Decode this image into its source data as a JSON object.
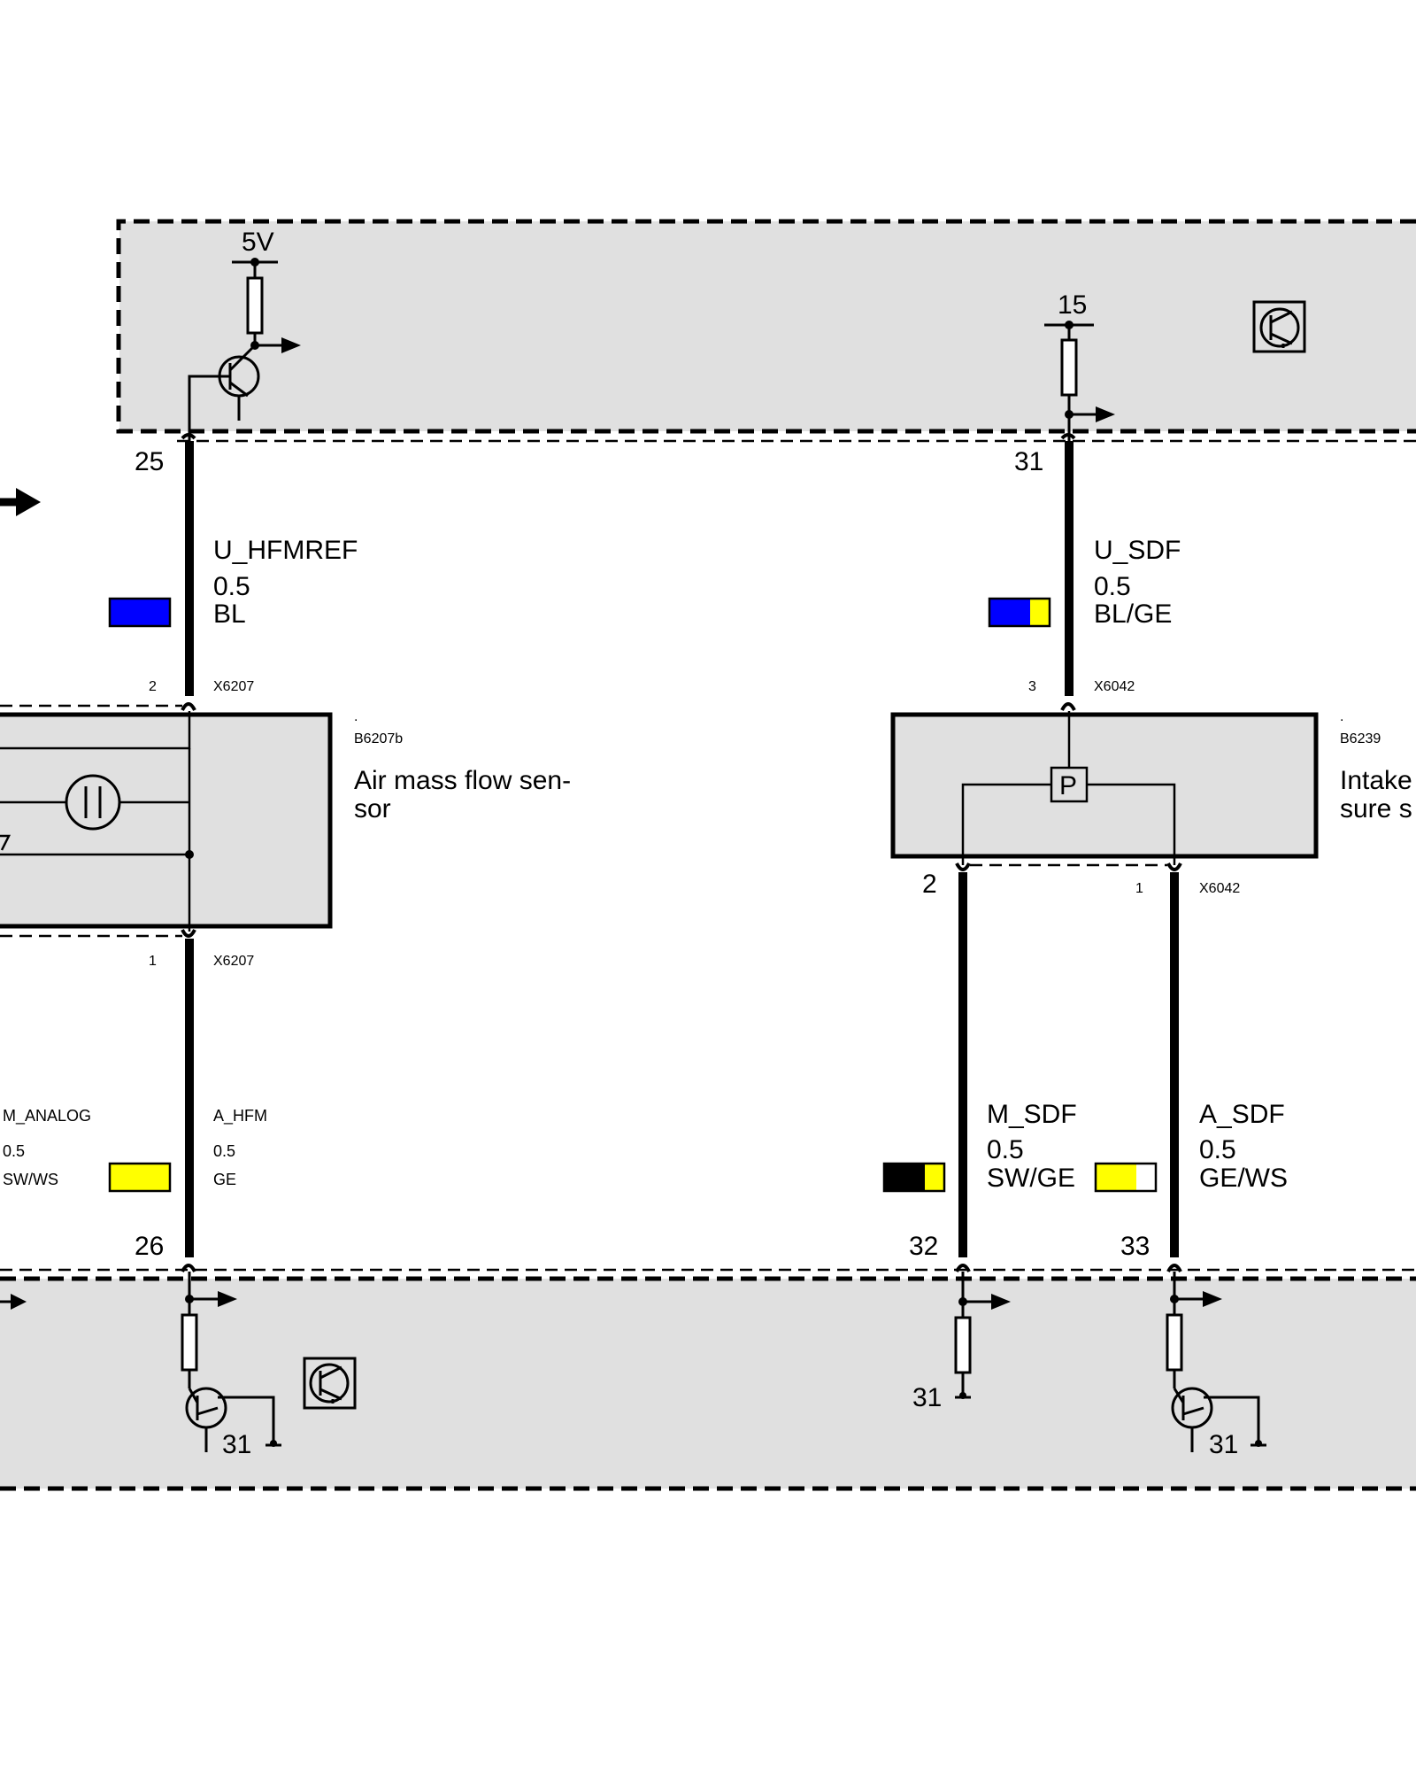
{
  "colors": {
    "module_fill": "#e0e0e0",
    "blue": "#0000ff",
    "yellow": "#ffff00",
    "black": "#000000",
    "white": "#ffffff"
  },
  "supply": {
    "v5": "5V",
    "t15": "15"
  },
  "pins": {
    "p25": "25",
    "p31": "31",
    "p26": "26",
    "p32": "32",
    "p33": "33"
  },
  "grounds": {
    "g1": "31",
    "g2": "31",
    "g3": "31"
  },
  "wires": {
    "u_hfmref": {
      "name": "U_HFMREF",
      "size": "0.5",
      "color": "BL"
    },
    "u_sdf": {
      "name": "U_SDF",
      "size": "0.5",
      "color": "BL/GE"
    },
    "m_analog": {
      "name": "M_ANALOG",
      "size": "0.5",
      "color": "SW/WS"
    },
    "a_hfm": {
      "name": "A_HFM",
      "size": "0.5",
      "color": "GE"
    },
    "m_sdf": {
      "name": "M_SDF",
      "size": "0.5",
      "color": "SW/GE"
    },
    "a_sdf": {
      "name": "A_SDF",
      "size": "0.5",
      "color": "GE/WS"
    }
  },
  "connectors": {
    "hfm_top_pin": "2",
    "hfm_top_conn": "X6207",
    "hfm_bot_pin": "1",
    "hfm_bot_conn": "X6207",
    "sdf_top_pin": "3",
    "sdf_top_conn": "X6042",
    "sdf_bot_pin2": "2",
    "sdf_bot_pin1": "1",
    "sdf_bot_conn": "X6042"
  },
  "components": {
    "hfm": {
      "dot": ".",
      "code": "B6207b",
      "name_l1": "Air mass flow sen-",
      "name_l2": "sor"
    },
    "sdf": {
      "dot": ".",
      "code": "B6239",
      "name_l1": "Intake",
      "name_l2": "sure s",
      "symbol": "P"
    }
  }
}
